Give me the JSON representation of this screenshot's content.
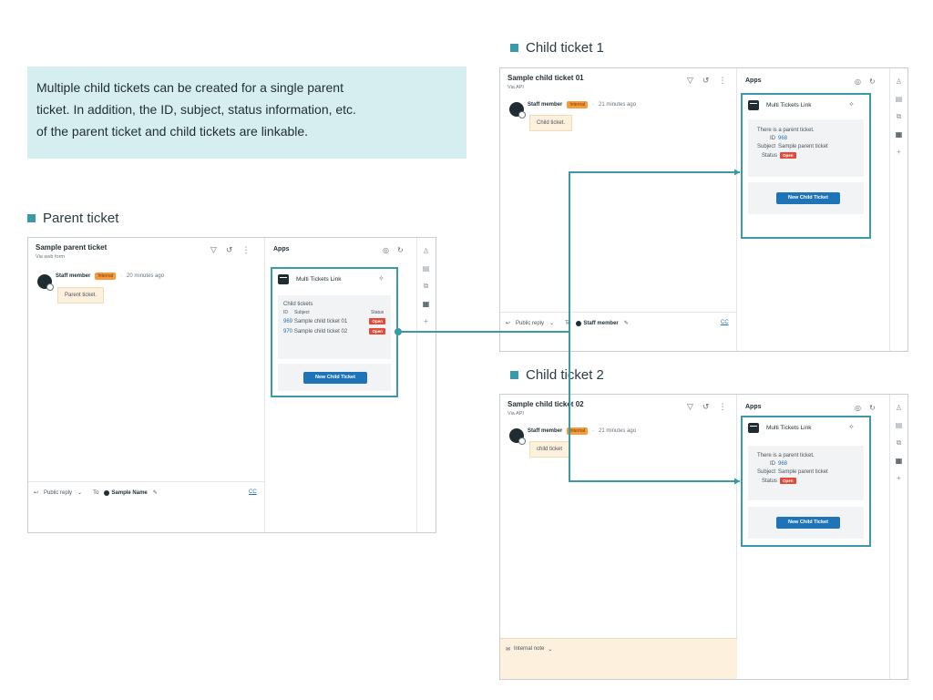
{
  "callout": {
    "line1": "Multiple child tickets can be created for a single parent",
    "line2": "ticket. In addition, the ID, subject, status information, etc.",
    "line3": "of the parent ticket and child tickets are linkable."
  },
  "sections": {
    "parent_label": "Parent ticket",
    "child1_label": "Child ticket 1",
    "child2_label": "Child ticket 2"
  },
  "common": {
    "apps_label": "Apps",
    "app_name": "Multi Tickets Link",
    "staff_member": "Staff member",
    "internal_badge": "Internal",
    "new_child_button": "New Child Ticket",
    "open_status": "Open",
    "public_reply": "Public reply",
    "to_label": "To",
    "cc_label": "CC",
    "internal_note": "Internal note",
    "parent_link_heading": "There is a parent ticket.",
    "id_label": "ID",
    "subject_label": "Subject",
    "status_label": "Status"
  },
  "parent": {
    "title": "Sample parent ticket",
    "via": "Via web form",
    "time": "20 minutes ago",
    "message": "Parent ticket.",
    "to_name": "Sample Name",
    "child_tickets_heading": "Child tickets",
    "columns": {
      "id": "ID",
      "subject": "Subject",
      "status": "Status"
    },
    "children": [
      {
        "id": "969",
        "subject": "Sample child ticket 01",
        "status": "Open"
      },
      {
        "id": "970",
        "subject": "Sample child ticket 02",
        "status": "Open"
      }
    ]
  },
  "child1": {
    "title": "Sample child ticket 01",
    "via": "Via API",
    "time": "21 minutes ago",
    "message": "Child ticket.",
    "to_name": "Staff member",
    "parent_id": "968",
    "parent_subject": "Sample parent ticket"
  },
  "child2": {
    "title": "Sample child ticket 02",
    "via": "Via API",
    "time": "21 minutes ago",
    "message": "child ticket",
    "parent_id": "968",
    "parent_subject": "Sample parent ticket"
  },
  "colors": {
    "accent": "#3a9aa8",
    "callout_bg": "#d7eef1",
    "button_blue": "#1f73b7",
    "open_red": "#e24a39",
    "internal_orange": "#f79a3e"
  }
}
